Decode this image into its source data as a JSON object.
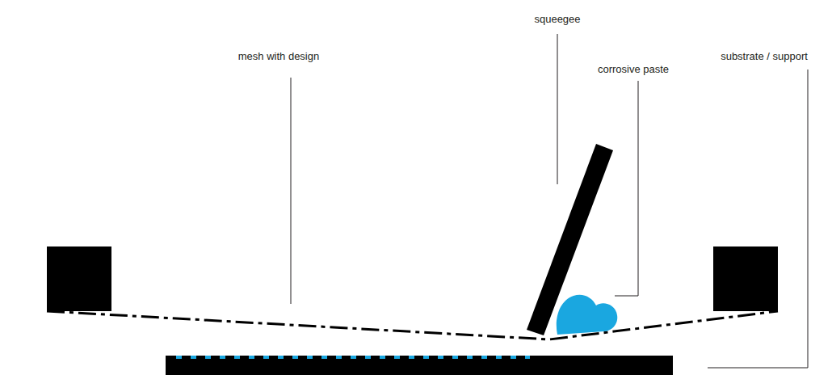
{
  "diagram": {
    "labels": [
      "mesh with design",
      "squeegee",
      "corrosive paste",
      "substrate / support"
    ]
  }
}
